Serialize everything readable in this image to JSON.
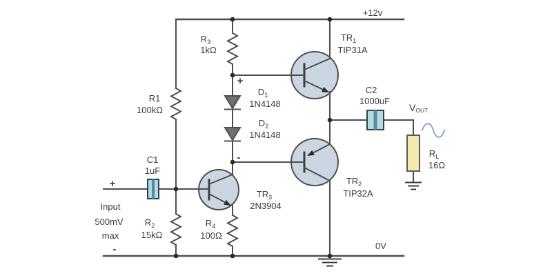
{
  "colors": {
    "wire": "#4d4d4d",
    "text": "#3a3a3a",
    "transistor_fill": "#ccd6e3",
    "diode_fill": "#6f6f6f",
    "capacitor_fill": "#b7d8e0",
    "capacitor_stripe": "#4f8fa0",
    "load_fill": "#f2e9ad",
    "sine": "#84a8d2"
  },
  "power": {
    "top_rail": "+12v",
    "bottom_rail": "0V"
  },
  "input": {
    "plus": "+",
    "minus": "-",
    "line1": "Input",
    "line2": "500mV",
    "line3": "max"
  },
  "output": {
    "label": "V",
    "sub": "OUT"
  },
  "bias": {
    "plus": "+",
    "minus": "-"
  },
  "components": {
    "r1": {
      "name": "R1",
      "sub": "",
      "value": "100kΩ"
    },
    "r2": {
      "name": "R",
      "sub": "2",
      "value": "15kΩ"
    },
    "r3": {
      "name": "R",
      "sub": "3",
      "value": "1kΩ"
    },
    "r4": {
      "name": "R",
      "sub": "4",
      "value": "100Ω"
    },
    "rl": {
      "name": "R",
      "sub": "L",
      "value": "16Ω"
    },
    "c1": {
      "name": "C1",
      "sub": "",
      "value": "1uF"
    },
    "c2": {
      "name": "C2",
      "sub": "",
      "value": "1000uF"
    },
    "d1": {
      "name": "D",
      "sub": "1",
      "value": "1N4148"
    },
    "d2": {
      "name": "D",
      "sub": "2",
      "value": "1N4148"
    },
    "tr1": {
      "name": "TR",
      "sub": "1",
      "value": "TIP31A"
    },
    "tr2": {
      "name": "TR",
      "sub": "2",
      "value": "TIP32A"
    },
    "tr3": {
      "name": "TR",
      "sub": "3",
      "value": "2N3904"
    }
  }
}
